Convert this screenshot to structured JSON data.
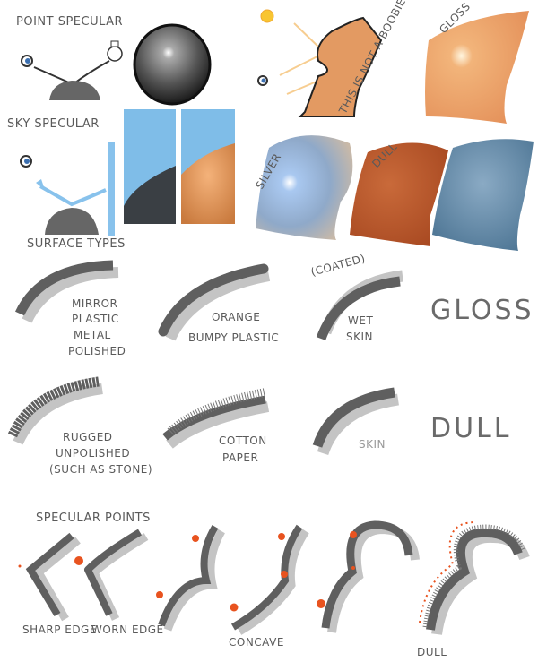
{
  "headings": {
    "point_specular": "POINT SPECULAR",
    "sky_specular": "SKY SPECULAR",
    "surface_types": "SURFACE TYPES",
    "specular_points": "SPECULAR POINTS"
  },
  "top_labels": {
    "not_a_boobie": "THIS IS NOT A BOOBIE",
    "gloss": "GLOSS",
    "silver": "SILVER",
    "dull": "DULL"
  },
  "surface_types": {
    "gloss_row": {
      "title": "GLOSS",
      "items": [
        {
          "lines": [
            "MIRROR",
            "PLASTIC",
            "METAL",
            "POLISHED"
          ]
        },
        {
          "lines": [
            "ORANGE",
            "BUMPY PLASTIC"
          ]
        },
        {
          "note": "(COATED)",
          "lines": [
            "WET",
            "SKIN"
          ]
        }
      ]
    },
    "dull_row": {
      "title": "DULL",
      "items": [
        {
          "lines": [
            "RUGGED",
            "UNPOLISHED",
            "(SUCH AS STONE)"
          ]
        },
        {
          "lines": [
            "COTTON",
            "PAPER"
          ]
        },
        {
          "lines": [
            "SKIN"
          ]
        }
      ]
    }
  },
  "specular_points": {
    "labels": [
      "SHARP EDGE",
      "WORN EDGE",
      "CONCAVE",
      "DULL"
    ]
  },
  "colors": {
    "stroke": "#5f5f5f",
    "shadow": "#c4c4c4",
    "highlight": "#e8531f",
    "skin": "#e39a62",
    "sky": "#7fbde8"
  }
}
